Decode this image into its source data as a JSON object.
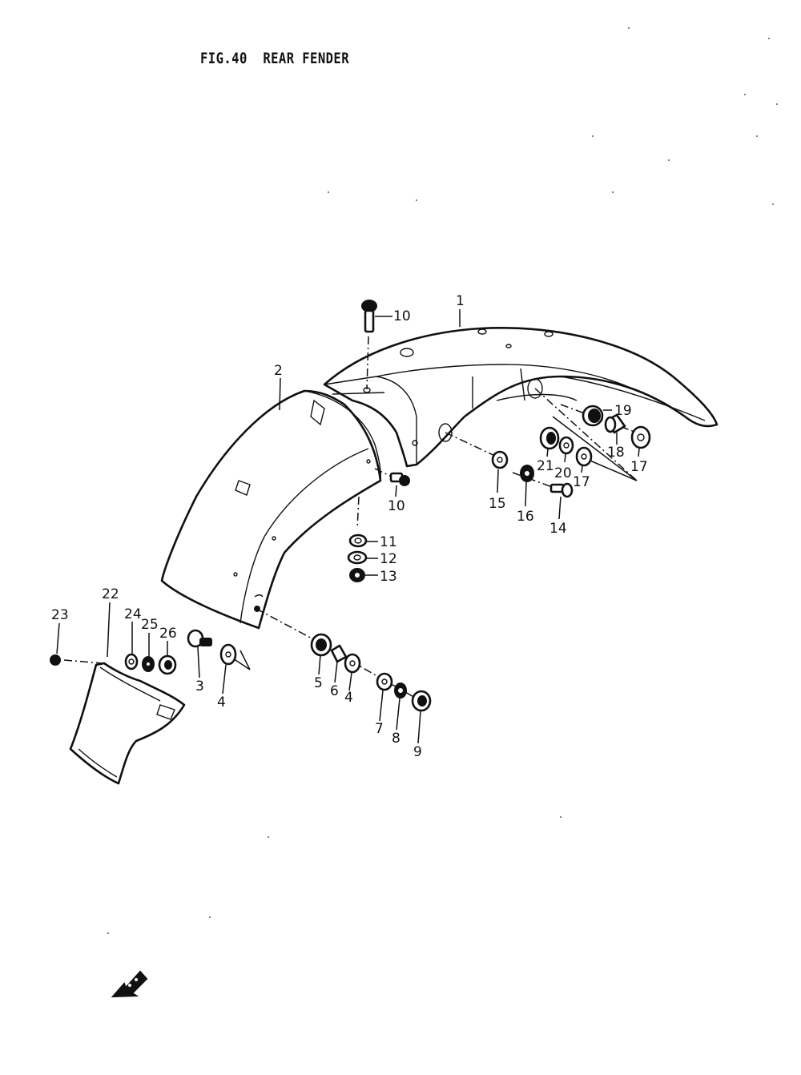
{
  "figure": {
    "title": "FIG.40  REAR FENDER"
  },
  "callouts": {
    "p1": "1",
    "p2": "2",
    "p3": "3",
    "p4a": "4",
    "p4b": "4",
    "p5": "5",
    "p6": "6",
    "p7": "7",
    "p8": "8",
    "p9": "9",
    "p10a": "10",
    "p10b": "10",
    "p11": "11",
    "p12": "12",
    "p13": "13",
    "p14": "14",
    "p15": "15",
    "p16": "16",
    "p17a": "17",
    "p17b": "17",
    "p18": "18",
    "p19": "19",
    "p20": "20",
    "p21": "21",
    "p22": "22",
    "p23": "23",
    "p24": "24",
    "p25": "25",
    "p26": "26"
  },
  "icons": {
    "direction": "front-direction-arrow-icon"
  }
}
